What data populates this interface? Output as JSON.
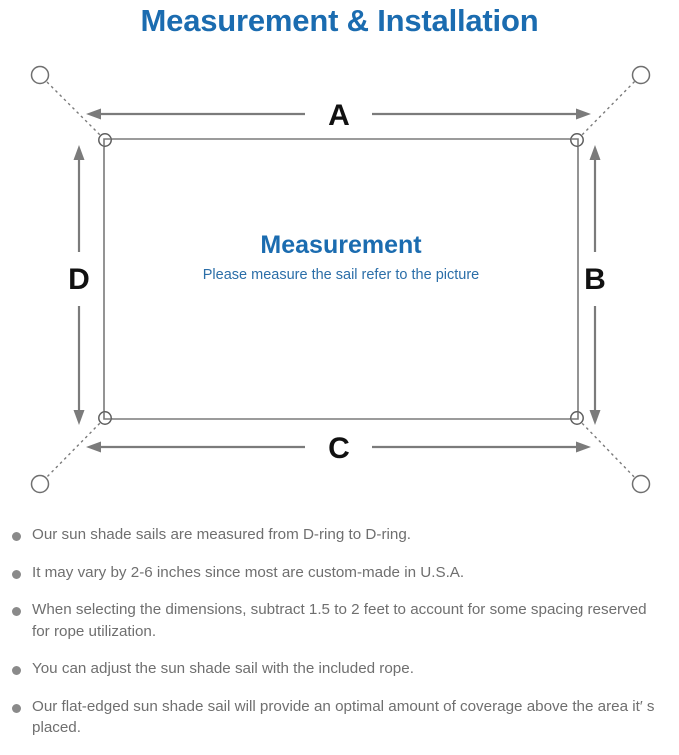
{
  "title": "Measurement & Installation",
  "colors": {
    "title_blue": "#1b6cb0",
    "center_heading_blue": "#1b6cb0",
    "center_sub_blue": "#2b6ea8",
    "note_text_gray": "#6f6f6f",
    "bullet_gray": "#8a8a8a",
    "arrow_gray": "#7b7b7b",
    "sail_outline_gray": "#7a7a7a",
    "dotted_rope_gray": "#7a7a7a",
    "letter_black": "#111111"
  },
  "diagram": {
    "center_heading": "Measurement",
    "center_subtext": "Please measure the sail refer to the picture",
    "dimension_labels": {
      "top": "A",
      "right": "B",
      "bottom": "C",
      "left": "D"
    },
    "dimension_list": [
      {
        "id": "top",
        "label": "A",
        "orientation": "horizontal",
        "edge": "top"
      },
      {
        "id": "right",
        "label": "B",
        "orientation": "vertical",
        "edge": "right"
      },
      {
        "id": "bottom",
        "label": "C",
        "orientation": "horizontal",
        "edge": "bottom"
      },
      {
        "id": "left",
        "label": "D",
        "orientation": "vertical",
        "edge": "left"
      }
    ],
    "d_ring_count": 4,
    "anchor_point_count": 4
  },
  "notes": [
    "Our sun shade sails are measured from D-ring to D-ring.",
    "It may vary by 2-6 inches since most are custom-made in U.S.A.",
    "When selecting the dimensions, subtract 1.5 to 2 feet to account for some spacing reserved for rope utilization.",
    "You can adjust the sun shade sail with the included rope.",
    "Our flat-edged sun shade sail will provide an optimal amount of coverage above the area it′ s placed."
  ]
}
